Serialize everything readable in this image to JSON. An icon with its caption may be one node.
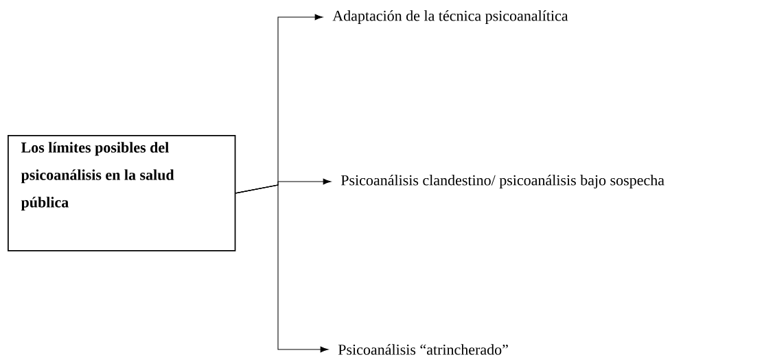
{
  "diagram": {
    "nodes": [
      {
        "text": [
          "Los límites posibles del psicoanálisis en la salud pública"
        ]
      },
      {
        "text": [
          "Adaptación de la técnica psicoanalítica"
        ]
      },
      {
        "text": [
          "Psicoanálisis clandestino/ psicoanálisis bajo sospecha"
        ]
      },
      {
        "text": [
          "Psicoanálisis “atrincherado”"
        ]
      }
    ],
    "edges": [
      {
        "from": 0,
        "to": 1,
        "arrow": "to"
      },
      {
        "from": 0,
        "to": 2,
        "arrow": "to"
      },
      {
        "from": 0,
        "to": 3,
        "arrow": "to"
      }
    ]
  }
}
